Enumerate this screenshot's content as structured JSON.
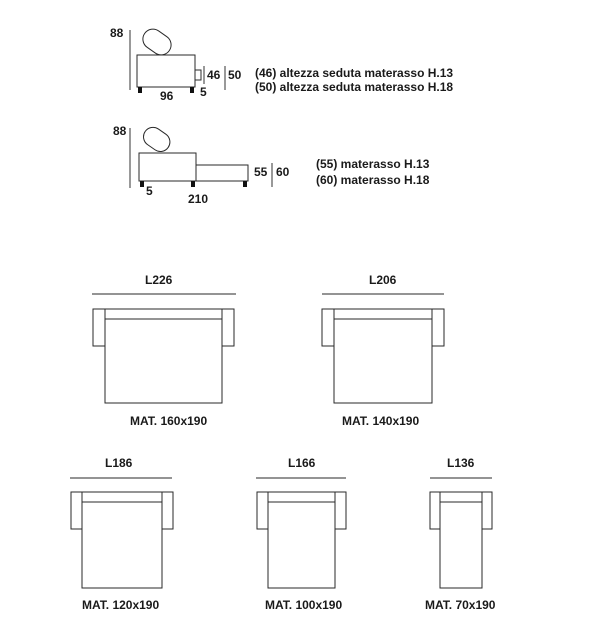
{
  "side_views": [
    {
      "id": "sofa",
      "height_label": "88",
      "depth_label": "96",
      "foot_label": "5",
      "seat_heights": [
        "46",
        "50"
      ],
      "notes": [
        "(46) altezza seduta materasso H.13",
        "(50) altezza seduta materasso H.18"
      ]
    },
    {
      "id": "bed",
      "height_label": "88",
      "length_label": "210",
      "foot_label": "5",
      "mattress_heights": [
        "55",
        "60"
      ],
      "notes": [
        "(55) materasso H.13",
        "(60) materasso H.18"
      ]
    }
  ],
  "plans": [
    {
      "width_label": "L226",
      "mattress_label": "MAT. 160x190"
    },
    {
      "width_label": "L206",
      "mattress_label": "MAT. 140x190"
    },
    {
      "width_label": "L186",
      "mattress_label": "MAT. 120x190"
    },
    {
      "width_label": "L166",
      "mattress_label": "MAT. 100x190"
    },
    {
      "width_label": "L136",
      "mattress_label": "MAT. 70x190"
    }
  ],
  "colors": {
    "line": "#2a2a2a",
    "text": "#1a1a1a",
    "legs": "#111111",
    "background": "#ffffff"
  }
}
